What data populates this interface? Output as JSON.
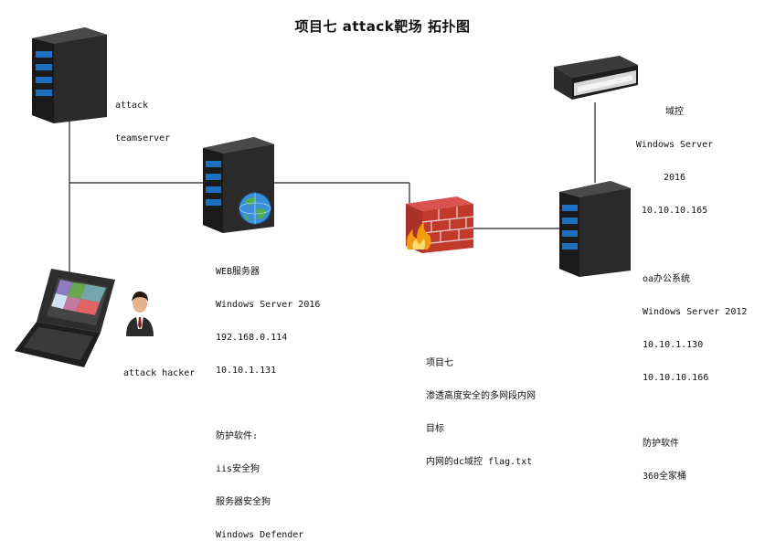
{
  "title": "项目七 attack靶场 拓扑图",
  "nodes": {
    "teamserver": {
      "lines": [
        "attack",
        "teamserver"
      ]
    },
    "web": {
      "lines": [
        "WEB服务器",
        "Windows Server 2016",
        "192.168.0.114",
        "10.10.1.131",
        "",
        "防护软件:",
        "iis安全狗",
        "服务器安全狗",
        "Windows Defender"
      ]
    },
    "dc": {
      "lines": [
        "域控",
        "Windows Server",
        "2016",
        "10.10.10.165"
      ]
    },
    "oa": {
      "lines": [
        "oa办公系统",
        "Windows Server 2012",
        "10.10.1.130",
        "10.10.10.166",
        "",
        "防护软件",
        "360全家桶"
      ]
    },
    "hacker": {
      "lines": [
        "attack hacker"
      ]
    }
  },
  "goal": {
    "lines": [
      "项目七",
      "渗透高度安全的多网段内网",
      "目标",
      "内网的dc域控 flag.txt"
    ]
  },
  "icons": [
    "server-tower",
    "web-server-globe",
    "rack-server",
    "firewall",
    "laptop",
    "hacker-person"
  ]
}
